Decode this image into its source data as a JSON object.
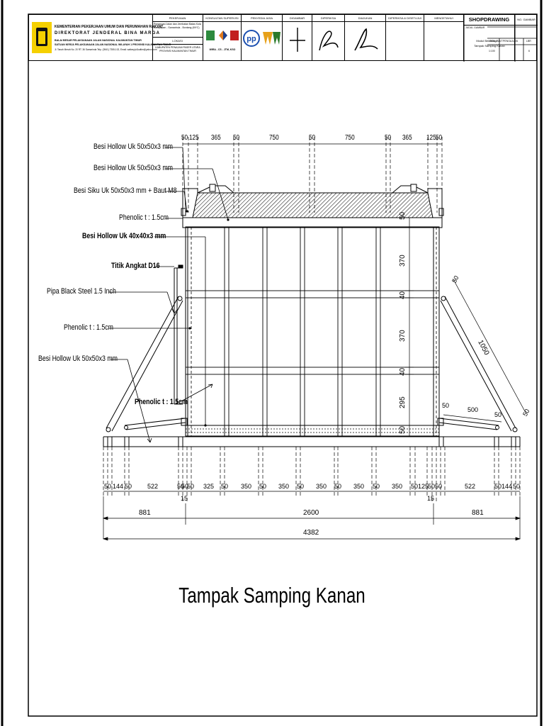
{
  "title_block": {
    "org": {
      "line1": "KEMENTERIAN PEKERJAAN UMUM DAN PERUMAHAN RAKYAT",
      "line2": "DIREKTORAT JENDERAL BINA MARGA",
      "line3": "BALAI BESAR PELAKSANAAN JALAN NASIONAL KALIMANTAN TIMUR",
      "line4": "SATUAN KERJA PELAKSANAAN JALAN NASIONAL WILAYAH 1 PROVINSI KALIMANTAN TIMUR",
      "line5": "Jl. Tanah Merah No. 20 RT. 36 Samarinda Telp. (0541) 7355-102, Email: satkerpjn1kaltim@yahoo.com"
    },
    "headers": {
      "pekerjaan": "PEKERJAAN",
      "konsultan": "KONSULTAN SUPERVISI",
      "penyedia": "PENYEDIA JASA",
      "digambar": "DIGAMBAR",
      "diperiksa": "DIPERIKSA",
      "diajukan": "DIAJUKAN",
      "diperiksa_disetujui": "DIPERIKSA & DISETUJUI",
      "mengetahui": "MENGETAHUI",
      "no_gambar": "NO. GAMBAR",
      "lokasi": "LOKASI",
      "judul_gambar": "JUDUL GAMBAR",
      "skala": "SKALA",
      "pengajuan": "PENGAJUAN",
      "lbr": "LBR"
    },
    "pekerjaan_text": "Preservasi Jalan dan Jembatan Batas Kota Balikpapan - Samarinda - Bontang (MYC)",
    "lokasi_text": "KABUPATEN PENAJAM PASER UTARA PROVINSI KALIMANTAN TIMUR",
    "konsultan_caption": "WIRA - CS - JTM, KSO",
    "shopdrawing": "SHOPDRAWING",
    "judul_line1": "Modul Bekisting MoT",
    "judul_line2": "Tampak Samping Kanan",
    "skala_value": "1:100",
    "lbr_value": "6"
  },
  "annotations": [
    "Besi Hollow Uk 50x50x3 mm",
    "Besi Hollow Uk 50x50x3 mm",
    "Besi Siku Uk 50x50x3 mm + Baut M8",
    "Phenolic t : 1.5cm",
    "Besi Hollow Uk 40x40x3 mm",
    "Titik Angkat D16",
    "Pipa Black Steel 1.5 Inch",
    "Phenolic t : 1.5cm",
    "Besi Hollow Uk 50x50x3 mm",
    "Phenolic t : 1.5cm"
  ],
  "top_dims": [
    "50",
    "125",
    "365",
    "50",
    "750",
    "50",
    "750",
    "50",
    "365",
    "125",
    "50"
  ],
  "right_vdims": [
    "50",
    "370",
    "40",
    "370",
    "40",
    "295",
    "50"
  ],
  "right_slope_dims": [
    "50",
    "1050",
    "50",
    "500",
    "50",
    "50"
  ],
  "bottom_dims": [
    "50",
    "144",
    "50",
    "522",
    "50",
    "50",
    "50",
    "325",
    "50",
    "350",
    "50",
    "350",
    "50",
    "350",
    "50",
    "350",
    "50",
    "350",
    "50",
    "125",
    "50",
    "50",
    "522",
    "50",
    "144",
    "50"
  ],
  "offset_dims": [
    "15",
    "15"
  ],
  "totals": [
    "881",
    "2600",
    "881"
  ],
  "overall": "4382",
  "drawing_title": "Tampak Samping Kanan"
}
